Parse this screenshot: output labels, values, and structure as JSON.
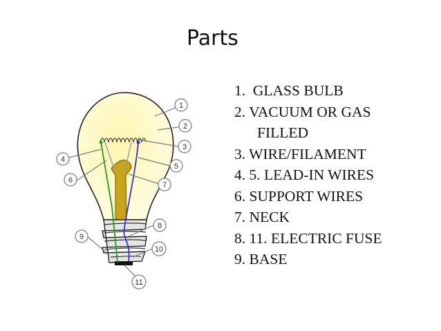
{
  "title": "Parts",
  "parts": [
    "1.  GLASS BULB",
    "2. VACUUM OR GAS",
    "FILLED",
    "3. WIRE/FILAMENT",
    "4. 5. LEAD-IN WIRES",
    "6. SUPPORT WIRES",
    "7. NECK",
    "8. 11. ELECTRIC FUSE",
    "9. BASE"
  ],
  "callouts": [
    "1",
    "2",
    "3",
    "4",
    "5",
    "6",
    "7",
    "8",
    "9",
    "10",
    "11"
  ],
  "colors": {
    "bulb_fill": "#fffcc9",
    "bulb_glow": "#ffe98a",
    "neck_fill": "#c9a416",
    "base_fill": "#e6e6e6",
    "lead_green": "#1aa31a",
    "lead_blue": "#3333cc",
    "callout_stroke": "#777777"
  }
}
